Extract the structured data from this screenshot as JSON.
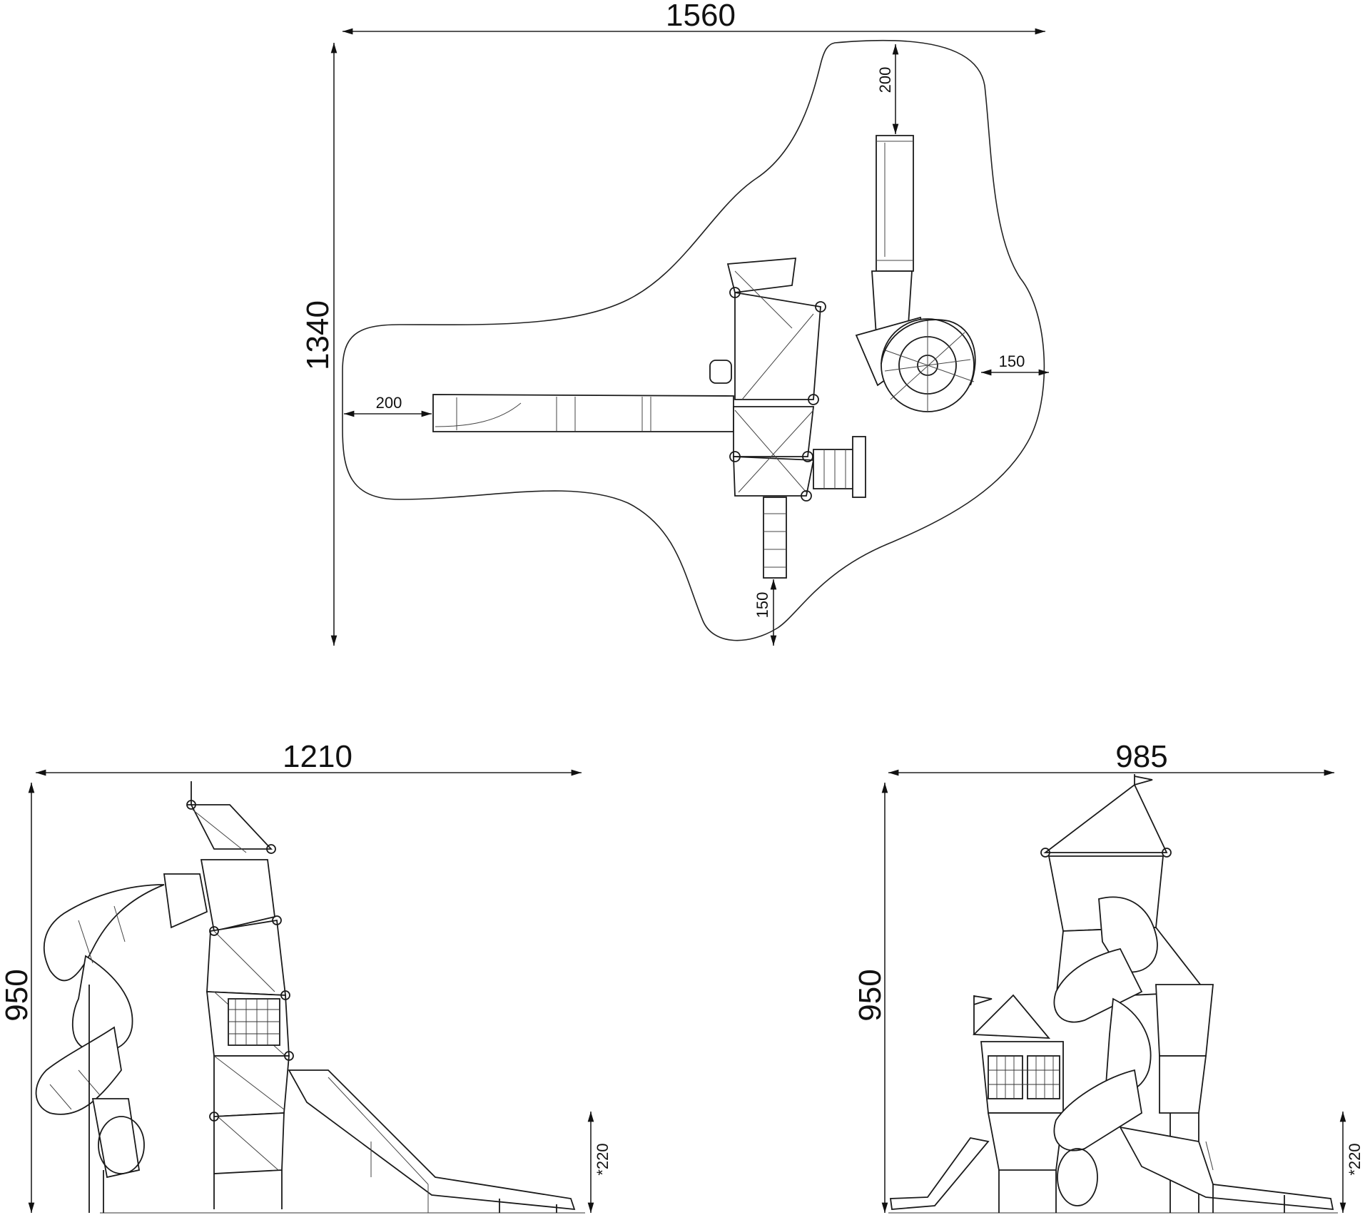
{
  "plan_view": {
    "width_label": "1560",
    "height_label": "1340",
    "left_clearance_label": "200",
    "top_clearance_label": "200",
    "right_clearance_label": "150",
    "bottom_clearance_label": "150"
  },
  "side_view": {
    "width_label": "1210",
    "height_label": "950",
    "fall_height_label": "*220"
  },
  "front_view": {
    "width_label": "985",
    "height_label": "950",
    "fall_height_label": "*220"
  }
}
